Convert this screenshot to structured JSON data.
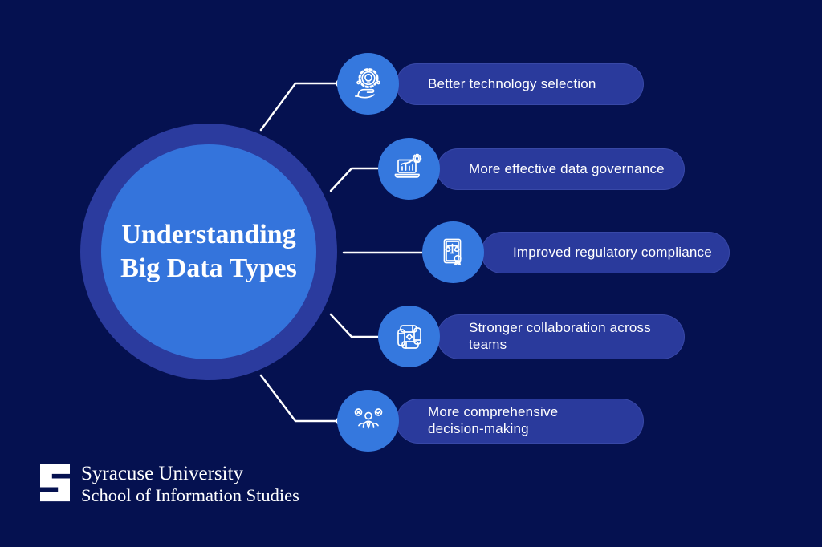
{
  "title": {
    "line1": "Understanding",
    "line2": "Big Data Types",
    "full": "Understanding Big Data Types"
  },
  "items": [
    {
      "label": "Better technology selection",
      "icon": "innovation-icon"
    },
    {
      "label": "More effective data governance",
      "icon": "data-governance-icon"
    },
    {
      "label": "Improved regulatory compliance",
      "icon": "compliance-icon"
    },
    {
      "label": "Stronger collaboration across teams",
      "icon": "collaboration-icon"
    },
    {
      "label": "More comprehensive decision-making",
      "icon": "decision-making-icon"
    }
  ],
  "footer": {
    "org": "Syracuse University",
    "dept": "School of Information Studies"
  },
  "colors": {
    "background": "#051150",
    "pill": "#2a3a9c",
    "circle_ring": "#2b3b9e",
    "circle_inner": "#3474dc",
    "icon_circle": "#3578de",
    "text": "#ffffff",
    "connector": "#ffffff"
  }
}
